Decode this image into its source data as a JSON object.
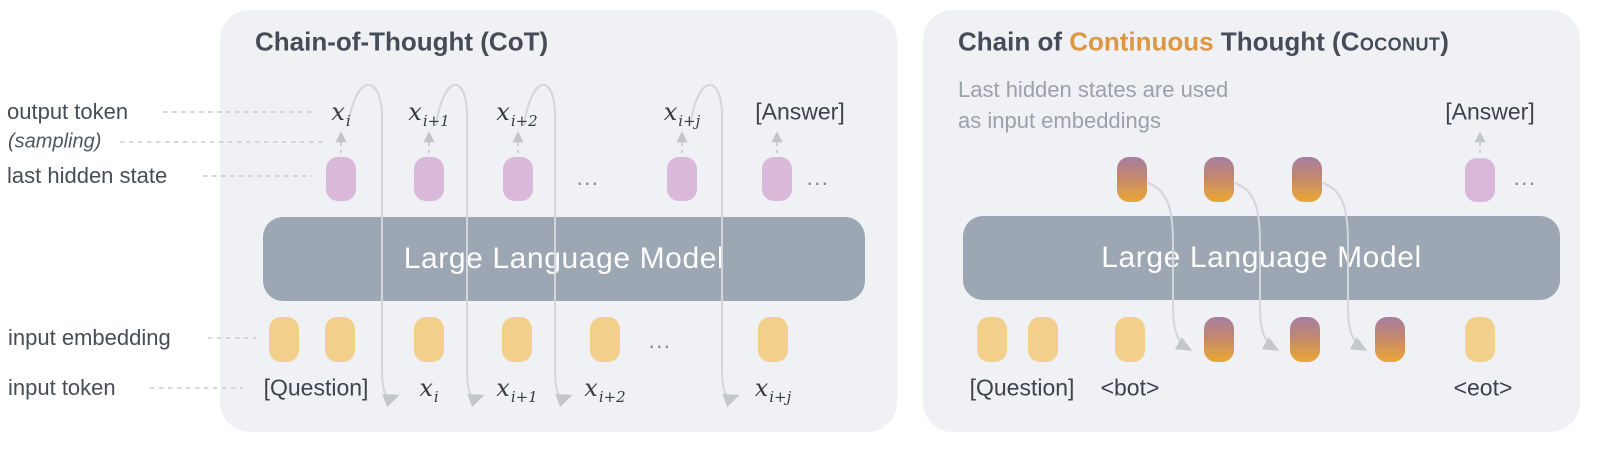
{
  "colors": {
    "panel_bg": "#f0f1f5",
    "llm_box": "#9ca7b3",
    "hidden_state_box": "#d9b8da",
    "embedding_box": "#f2d08c",
    "thought_gradient_top": "#a87e9e",
    "thought_gradient_bottom": "#e9a438",
    "title_text": "#454c56",
    "title_highlight": "#dd9743",
    "subtitle_text": "#9ba1a9",
    "connector": "#d3d6da"
  },
  "annotations": {
    "output_token": "output token",
    "sampling": "(sampling)",
    "last_hidden_state": "last hidden state",
    "input_embedding": "input embedding",
    "input_token": "input token"
  },
  "cot": {
    "title": "Chain-of-Thought (CoT)",
    "llm_label": "Large Language Model",
    "answer_label": "[Answer]",
    "question_label": "[Question]",
    "ellipsis": "...",
    "output_tokens": [
      {
        "base": "x",
        "sub": "i"
      },
      {
        "base": "x",
        "sub": "i+1"
      },
      {
        "base": "x",
        "sub": "i+2"
      },
      {
        "base": "x",
        "sub": "i+j"
      }
    ],
    "input_tokens": [
      {
        "base": "x",
        "sub": "i"
      },
      {
        "base": "x",
        "sub": "i+1"
      },
      {
        "base": "x",
        "sub": "i+2"
      },
      {
        "base": "x",
        "sub": "i+j"
      }
    ]
  },
  "coconut": {
    "title_prefix": "Chain of ",
    "title_highlight": "Continuous",
    "title_mid": " Thought (",
    "title_acronym": "Coconut",
    "title_suffix": ")",
    "subtitle_line1": "Last hidden states are used",
    "subtitle_line2": "as input embeddings",
    "llm_label": "Large Language Model",
    "answer_label": "[Answer]",
    "question_label": "[Question]",
    "bot_label": "<bot>",
    "eot_label": "<eot>",
    "ellipsis": "..."
  }
}
